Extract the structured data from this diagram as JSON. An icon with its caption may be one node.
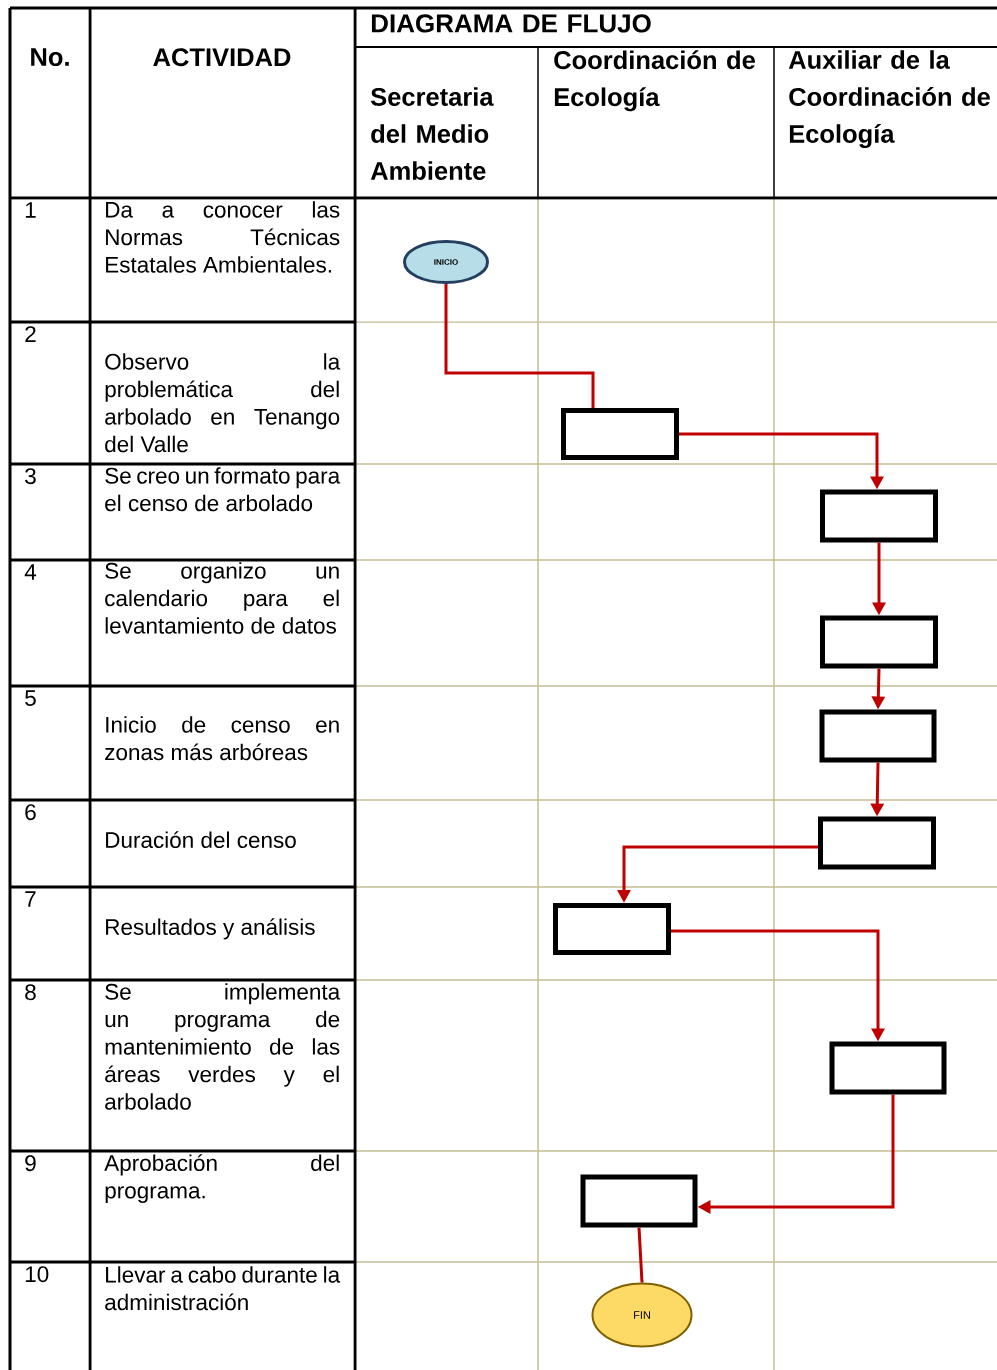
{
  "diagram": {
    "nodes": [
      {
        "text": [
          "INICIO"
        ]
      },
      {
        "text": [],
        "shape": "box"
      },
      {
        "text": [],
        "shape": "box"
      },
      {
        "text": [],
        "shape": "box"
      },
      {
        "text": [],
        "shape": "box"
      },
      {
        "text": [],
        "shape": "box"
      },
      {
        "text": [],
        "shape": "box"
      },
      {
        "text": [],
        "shape": "box"
      },
      {
        "text": [],
        "shape": "box"
      },
      {
        "text": [
          "FIN"
        ]
      }
    ],
    "edges": [
      {
        "from": 0,
        "to": 1,
        "arrow": "none"
      },
      {
        "from": 1,
        "to": 2,
        "arrow": "to"
      },
      {
        "from": 2,
        "to": 3,
        "arrow": "to"
      },
      {
        "from": 3,
        "to": 4,
        "arrow": "to"
      },
      {
        "from": 4,
        "to": 5,
        "arrow": "to"
      },
      {
        "from": 5,
        "to": 6,
        "arrow": "to"
      },
      {
        "from": 6,
        "to": 7,
        "arrow": "to"
      },
      {
        "from": 7,
        "to": 8,
        "arrow": "to"
      },
      {
        "from": 8,
        "to": 9,
        "arrow": "none"
      }
    ],
    "labels": [
      "DIAGRAMA DE FLUJO",
      "No.",
      "ACTIVIDAD",
      "Secretaria del Medio Ambiente",
      "Coordinación de Ecología",
      "Auxiliar de la Coordinación de Ecología",
      "1",
      "Da a conocer las Normas Técnicas Estatales Ambientales.",
      "2",
      "Observo la problemática del arbolado en Tenango del Valle",
      "3",
      "Se creo un formato para el censo de arbolado",
      "4",
      "Se organizo un calendario para el levantamiento de datos",
      "5",
      "Inicio de censo en zonas más arbóreas",
      "6",
      "Duración del censo",
      "7",
      "Resultados y análisis",
      "8",
      "Se implementa un programa de mantenimiento de las áreas verdes y el arbolado",
      "9",
      "Aprobación del programa.",
      "10",
      "Llevar a cabo durante la administración"
    ]
  }
}
